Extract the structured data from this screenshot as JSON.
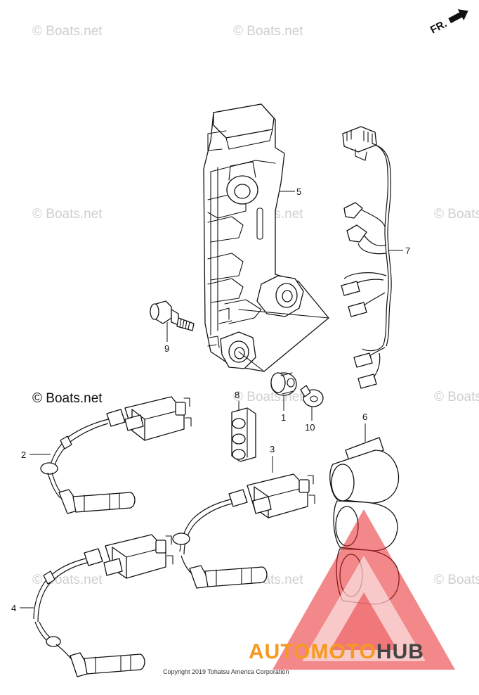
{
  "watermarks": {
    "text": "© Boats.net",
    "primary_label": "© Boats.net"
  },
  "direction_indicator": {
    "label": "FR."
  },
  "callouts": [
    "1",
    "2",
    "3",
    "4",
    "5",
    "6",
    "7",
    "8",
    "9",
    "10"
  ],
  "copyright": "Copyright 2019 Tohatsu America Corporation",
  "logo": {
    "part1": "AUTO",
    "part2": "MOTO",
    "part3": "HUB",
    "color_orange": "#f59a1e",
    "color_gray": "#444444",
    "triangle_color": "#e8272a"
  }
}
